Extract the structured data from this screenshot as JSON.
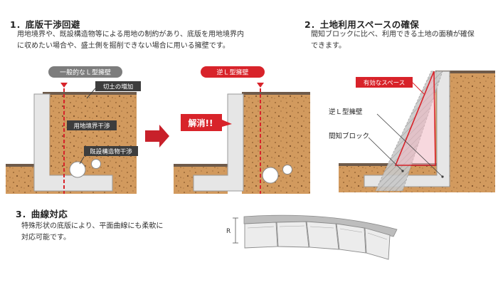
{
  "section1": {
    "heading": "1．底版干渉回避",
    "body_line1": "用地境界や、既設構造物等による用地の制約があり、底版を用地境界内",
    "body_line2": "に収めたい場合や、盛土側を掘削できない場合に用いる擁壁です。",
    "label_general": "一般的なＬ型擁壁",
    "label_reverse": "逆Ｌ型擁壁",
    "tag_cut_increase": "切土の増加",
    "tag_boundary": "用地境界干渉",
    "tag_existing": "既設構造物干渉",
    "resolved": "解消!!"
  },
  "section2": {
    "heading": "2．土地利用スペースの確保",
    "body_line1": "間知ブロックに比べ、利用できる土地の面積が確保",
    "body_line2": "できます。",
    "label_effective_space": "有効なスペース",
    "label_reverse_wall": "逆Ｌ型擁壁",
    "label_block": "間知ブロック"
  },
  "section3": {
    "heading": "3．曲線対応",
    "body_line1": "特殊形状の底版により、平面曲線にも柔軟に",
    "body_line2": "対応可能です。",
    "radius_label": "R"
  },
  "colors": {
    "soil": "#d29a5e",
    "soil_dot": "#8a5a2c",
    "ground_line": "#6e5a4a",
    "concrete": "#e6e6e6",
    "concrete_edge": "#9a9a9a",
    "accent_red": "#d8232a",
    "dark_tag": "#3d3d3d",
    "gray_pill": "#7d7d7d"
  }
}
